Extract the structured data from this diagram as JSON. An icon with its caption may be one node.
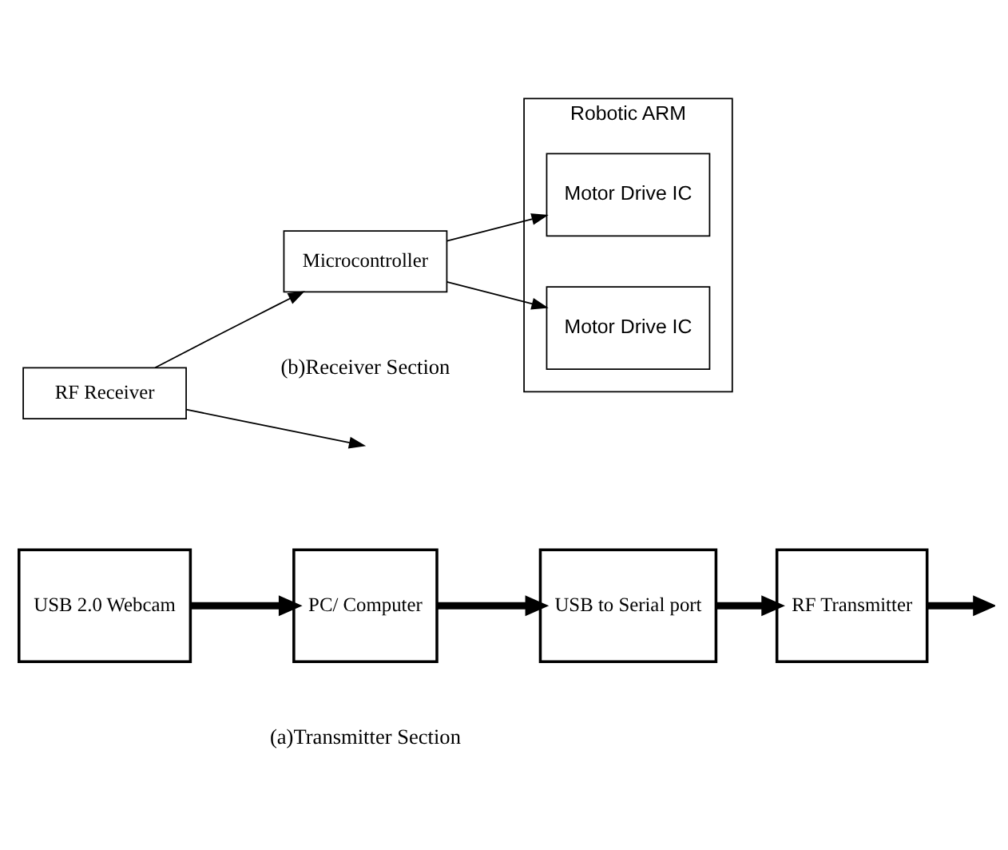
{
  "diagram": {
    "nodes": [
      {
        "text": [
          "USB 2.0 Webcam"
        ]
      },
      {
        "text": [
          "PC/ Computer"
        ]
      },
      {
        "text": [
          "USB to Serial port"
        ]
      },
      {
        "text": [
          "RF Transmitter"
        ]
      },
      {
        "text": [
          "Robotic ARM"
        ]
      },
      {
        "text": [
          "Motor Drive IC"
        ],
        "in": 4
      },
      {
        "text": [
          "Motor Drive IC"
        ],
        "in": 4
      },
      {
        "text": [
          "RF Receiver"
        ]
      },
      {
        "text": [
          "Microcontroller"
        ]
      }
    ],
    "edges": [
      {
        "from": 0,
        "to": 1,
        "arrow": "to",
        "style": "thick"
      },
      {
        "from": 1,
        "to": 2,
        "arrow": "to",
        "style": "thick"
      },
      {
        "from": 2,
        "to": 3,
        "arrow": "to",
        "style": "thick"
      },
      {
        "from": 3,
        "to": null,
        "arrow": "to",
        "style": "thick"
      },
      {
        "from": 7,
        "to": null,
        "arrow": "to"
      },
      {
        "from": 7,
        "to": 8,
        "arrow": "to"
      },
      {
        "from": 8,
        "to": 5,
        "arrow": "to"
      },
      {
        "from": 8,
        "to": 6,
        "arrow": "to"
      }
    ],
    "labels": [
      "(a)Transmitter Section",
      "(b)Receiver Section"
    ]
  }
}
